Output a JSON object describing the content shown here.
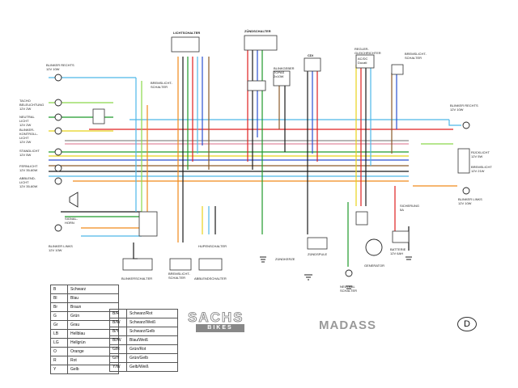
{
  "switches": {
    "lichtschalter": "LICHTSCHALTER",
    "zuendschalter": "ZÜNDSCHALTER",
    "regler": "REGLER-\nGLEICHRICHTER",
    "regler_sub": "AC/DC\nDucati",
    "bremslichtschalter_r": "BREMSLICHT-\nSCHALTER",
    "bremslicht_l": "BREMSLICHT-\nSCHALTER",
    "blinkgeber": "BLINKGEBER\nTOPAS\n2x10W",
    "cdi": "CDI",
    "blinkerschalter": "BLINKERSCHALTER",
    "bremslicht_schalter_2": "BREMSLICHT-\nSCHALTER",
    "abblendschalter": "ABBLENDSCHALTER",
    "hupenschalter": "HUPENSCHALTER",
    "neutralschalter": "NEUTRAL\nSCHALTER"
  },
  "left_components": {
    "blinker_rechts": "BLINKER RECHTS\n12V 10W",
    "tacho": "TACHO\nBELEUCHTUNG\n12V 2W",
    "neutral": "NEUTRAL\nLICHT\n12V 2W",
    "blinker_kontroll": "BLINKER-\nKONTROLL-\nLICHT\n12V 2W",
    "standlicht": "STANDLICHT\n12V 5W",
    "fernlicht": "FERNLICHT\n12V 35-60W",
    "abblendlicht": "ABBLEND-\nLICHT\n12V 35-60W",
    "horn": "SIGNAL-\nHORN",
    "blinker_links": "BLINKER LINKS\n12V 10W"
  },
  "right_components": {
    "blinker_rechts": "BLINKER RECHTS\n12V 10W",
    "rueck": "RÜCKLICHT\n12V 5W",
    "brems": "BREMSLICHT\n12V 21W",
    "blinker_links": "BLINKER LINKS\n12V 10W",
    "sicherung": "SICHERUNG\n5A",
    "batterie": "BATTERIE\n12V 6AH",
    "generator": "GENERATOR",
    "zuendspule": "ZÜNDSPULE",
    "zuendkerze": "ZÜNDKERZE"
  },
  "legend_left": [
    [
      "B",
      "Schwarz"
    ],
    [
      "Bl",
      "Blau"
    ],
    [
      "Br",
      "Braun"
    ],
    [
      "G",
      "Grün"
    ],
    [
      "Gr",
      "Grau"
    ],
    [
      "LB",
      "Hellblau"
    ],
    [
      "LG",
      "Hellgrün"
    ],
    [
      "O",
      "Orange"
    ],
    [
      "R",
      "Rot"
    ],
    [
      "Y",
      "Gelb"
    ]
  ],
  "legend_right": [
    [
      "B/R",
      "Schwarz/Rot"
    ],
    [
      "B/W",
      "Schwarz/Weiß"
    ],
    [
      "B/Y",
      "Schwarz/Gelb"
    ],
    [
      "Bl/W",
      "Blau/Weiß"
    ],
    [
      "G/R",
      "Grün/Rot"
    ],
    [
      "G/Y",
      "Grün/Gelb"
    ],
    [
      "Y/W",
      "Gelb/Weiß"
    ]
  ],
  "logos": {
    "sachs": "SACHS",
    "bikes": "BIKES",
    "madass": "MADASS",
    "dmark": "D"
  },
  "wire_colors": {
    "black": "#1a1a1a",
    "blue": "#2a4fd0",
    "brown": "#8a5a2a",
    "green": "#1f9a2a",
    "grey": "#8a8a8a",
    "lightblue": "#4db8e8",
    "lightgreen": "#8ad84a",
    "orange": "#f08a1a",
    "red": "#e02020",
    "yellow": "#e8d21a",
    "pink": "#e98fa0"
  }
}
